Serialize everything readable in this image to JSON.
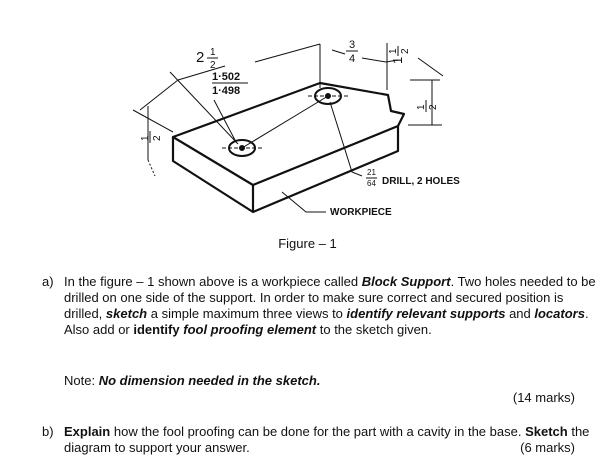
{
  "figure": {
    "dim_top_whole": "2",
    "dim_top_frac_num": "1",
    "dim_top_frac_den": "2",
    "hole_tol_upper": "1·502",
    "hole_tol_lower": "1·498",
    "dim_left_num": "1",
    "dim_left_den": "2",
    "dim_step_num": "3",
    "dim_step_den": "4",
    "dim_width_whole": "1",
    "dim_width_num": "1",
    "dim_width_den": "2",
    "dim_right_num": "1",
    "dim_right_den": "2",
    "drill_num": "21",
    "drill_den": "64",
    "drill_label": "DRILL, 2 HOLES",
    "workpiece_label": "WORKPIECE",
    "caption": "Figure – 1"
  },
  "question_a": {
    "label": "a)",
    "t1": "In the figure – 1 shown above is a workpiece called ",
    "b1": "Block Support",
    "t2": ". Two holes needed to be drilled on one side of the support. In order to make sure correct and secured position is drilled, ",
    "b2": "sketch",
    "t3": " a simple maximum three views to ",
    "b3": "identify relevant supports",
    "t4": " and ",
    "b4": "locators",
    "t5": ". Also add or ",
    "b5": "identify",
    "t6": " ",
    "b6": "fool proofing element",
    "t7": " to the sketch given.",
    "note_label": "Note: ",
    "note_text": "No dimension needed in the sketch.",
    "marks": "(14 marks)"
  },
  "question_b": {
    "label": "b)",
    "b1": "Explain",
    "t1": " how the fool proofing can be done for the part with a cavity in the base. ",
    "b2": "Sketch",
    "t2": " the diagram to support your answer.",
    "marks": "(6 marks)"
  }
}
